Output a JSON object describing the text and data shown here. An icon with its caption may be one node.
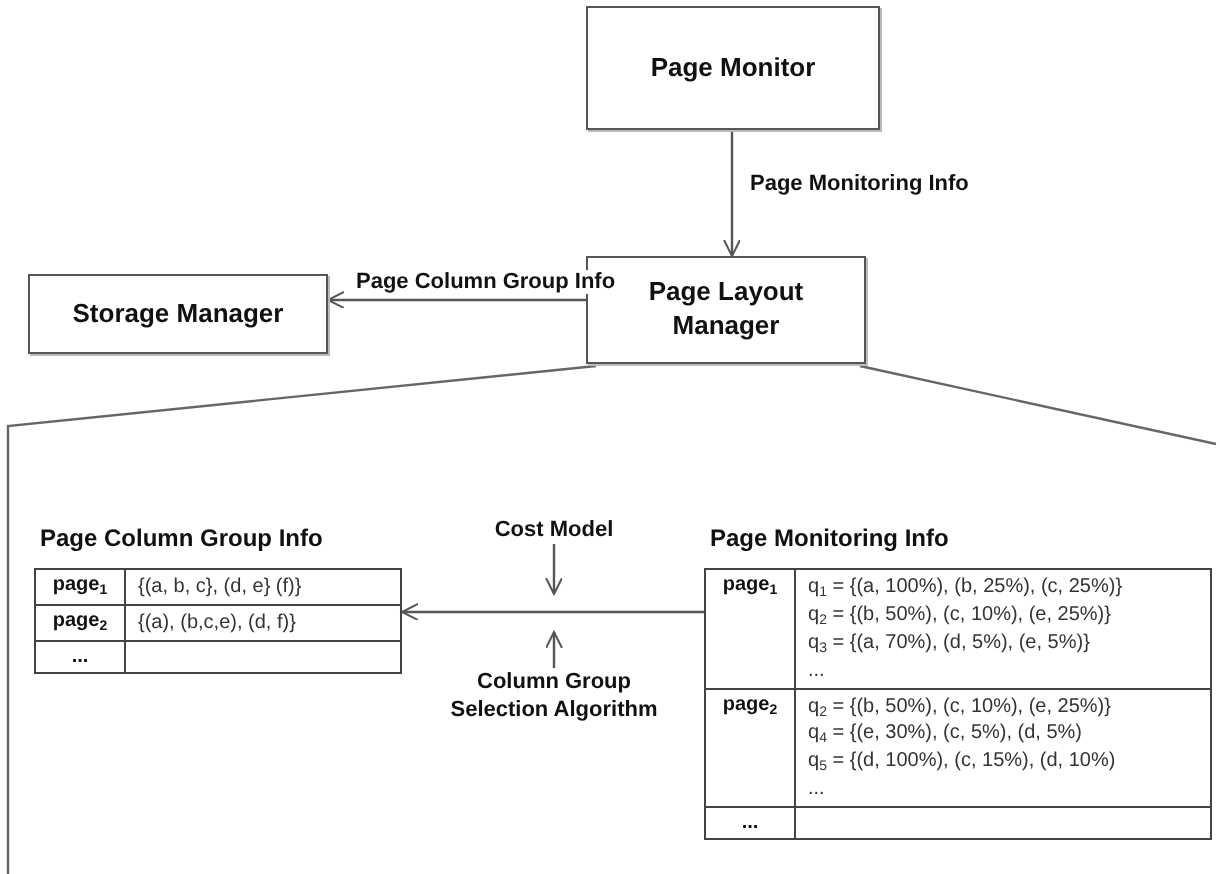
{
  "diagram": {
    "nodes": [
      {
        "text": [
          "Page Monitor"
        ]
      },
      {
        "text": [
          "Page Layout Manager"
        ]
      },
      {
        "text": [
          "Storage Manager"
        ]
      },
      {
        "text": [
          "Cost Model"
        ]
      },
      {
        "text": [
          "Column Group Selection Algorithm"
        ]
      },
      {
        "text": [
          "Page Column Group Info",
          "**page**$_{1}$",
          "{(a, b, c}, (d, e} (f)}",
          "**page**$_{2}$",
          "{(a), (b,c,e), (d, f)}",
          "..."
        ]
      },
      {
        "text": [
          "Page Monitoring Info",
          "**page**$_{1}$",
          "q$_{1}$ = {(a, 100%), (b, 25%), (c, 25%)}",
          "q$_{2}$ = {(b, 50%), (c, 10%), (e, 25%)}",
          "q$_{3}$ = {(a, 70%), (d, 5%), (e, 5%)}",
          "...",
          "**page**$_{2}$",
          "q$_{2}$ = {(b, 50%), (c, 10%), (e, 25%)}",
          "q$_{4}$ = {(e, 30%), (c,  5%), (d, 5%)",
          "q$_{5}$ = {(d, 100%), (c, 15%), (d, 10%)",
          "...",
          "..."
        ]
      }
    ],
    "edges": [
      {
        "from": 0,
        "to": 1,
        "arrow": "to",
        "label": "Page Monitoring Info"
      },
      {
        "from": 1,
        "to": 2,
        "arrow": "to",
        "label": "Page Column Group Info"
      },
      {
        "from": 6,
        "to": 5,
        "arrow": "to"
      },
      {
        "from": 3,
        "to": null,
        "arrow": "to"
      },
      {
        "from": 4,
        "to": null,
        "arrow": "to"
      }
    ]
  }
}
